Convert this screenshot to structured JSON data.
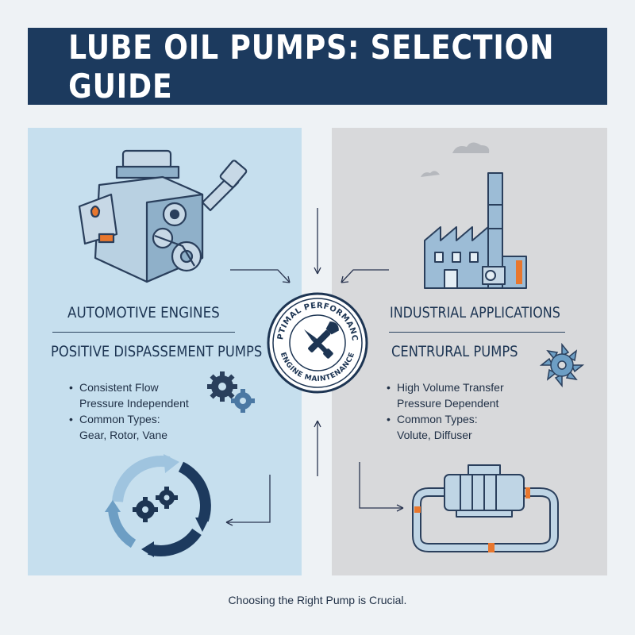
{
  "title": "LUBE OIL PUMPS: SELECTION GUIDE",
  "left": {
    "heading": "AUTOMOTIVE ENGINES",
    "pump_type": "POSITIVE DISPASSEMENT PUMPS",
    "bullets": [
      {
        "line1": "Consistent Flow",
        "line2": "Pressure Independent"
      },
      {
        "line1": "Common Types:",
        "line2": "Gear, Rotor, Vane"
      }
    ]
  },
  "right": {
    "heading": "INDUSTRIAL APPLICATIONS",
    "pump_type": "CENTRURAL PUMPS",
    "bullets": [
      {
        "line1": "High Volume Transfer",
        "line2": "Pressure Dependent"
      },
      {
        "line1": "Common Types:",
        "line2": "Volute, Diffuser"
      }
    ]
  },
  "seal": {
    "top_text": "OPTIMAL PERFORMANCE",
    "bottom_text": "ENGINE MAINTENANCE",
    "icon": "wrench-screwdriver-icon"
  },
  "footer": "Choosing the Right Pump is Crucial.",
  "colors": {
    "banner": "#1c3a5e",
    "left_panel": "#c6dfee",
    "right_panel": "#d8d9db",
    "accent_orange": "#e8772e",
    "navy": "#1d3553"
  },
  "icons": [
    "engine-icon",
    "factory-icon",
    "gears-icon",
    "cycle-gears-icon",
    "impeller-icon",
    "pump-piping-icon"
  ]
}
